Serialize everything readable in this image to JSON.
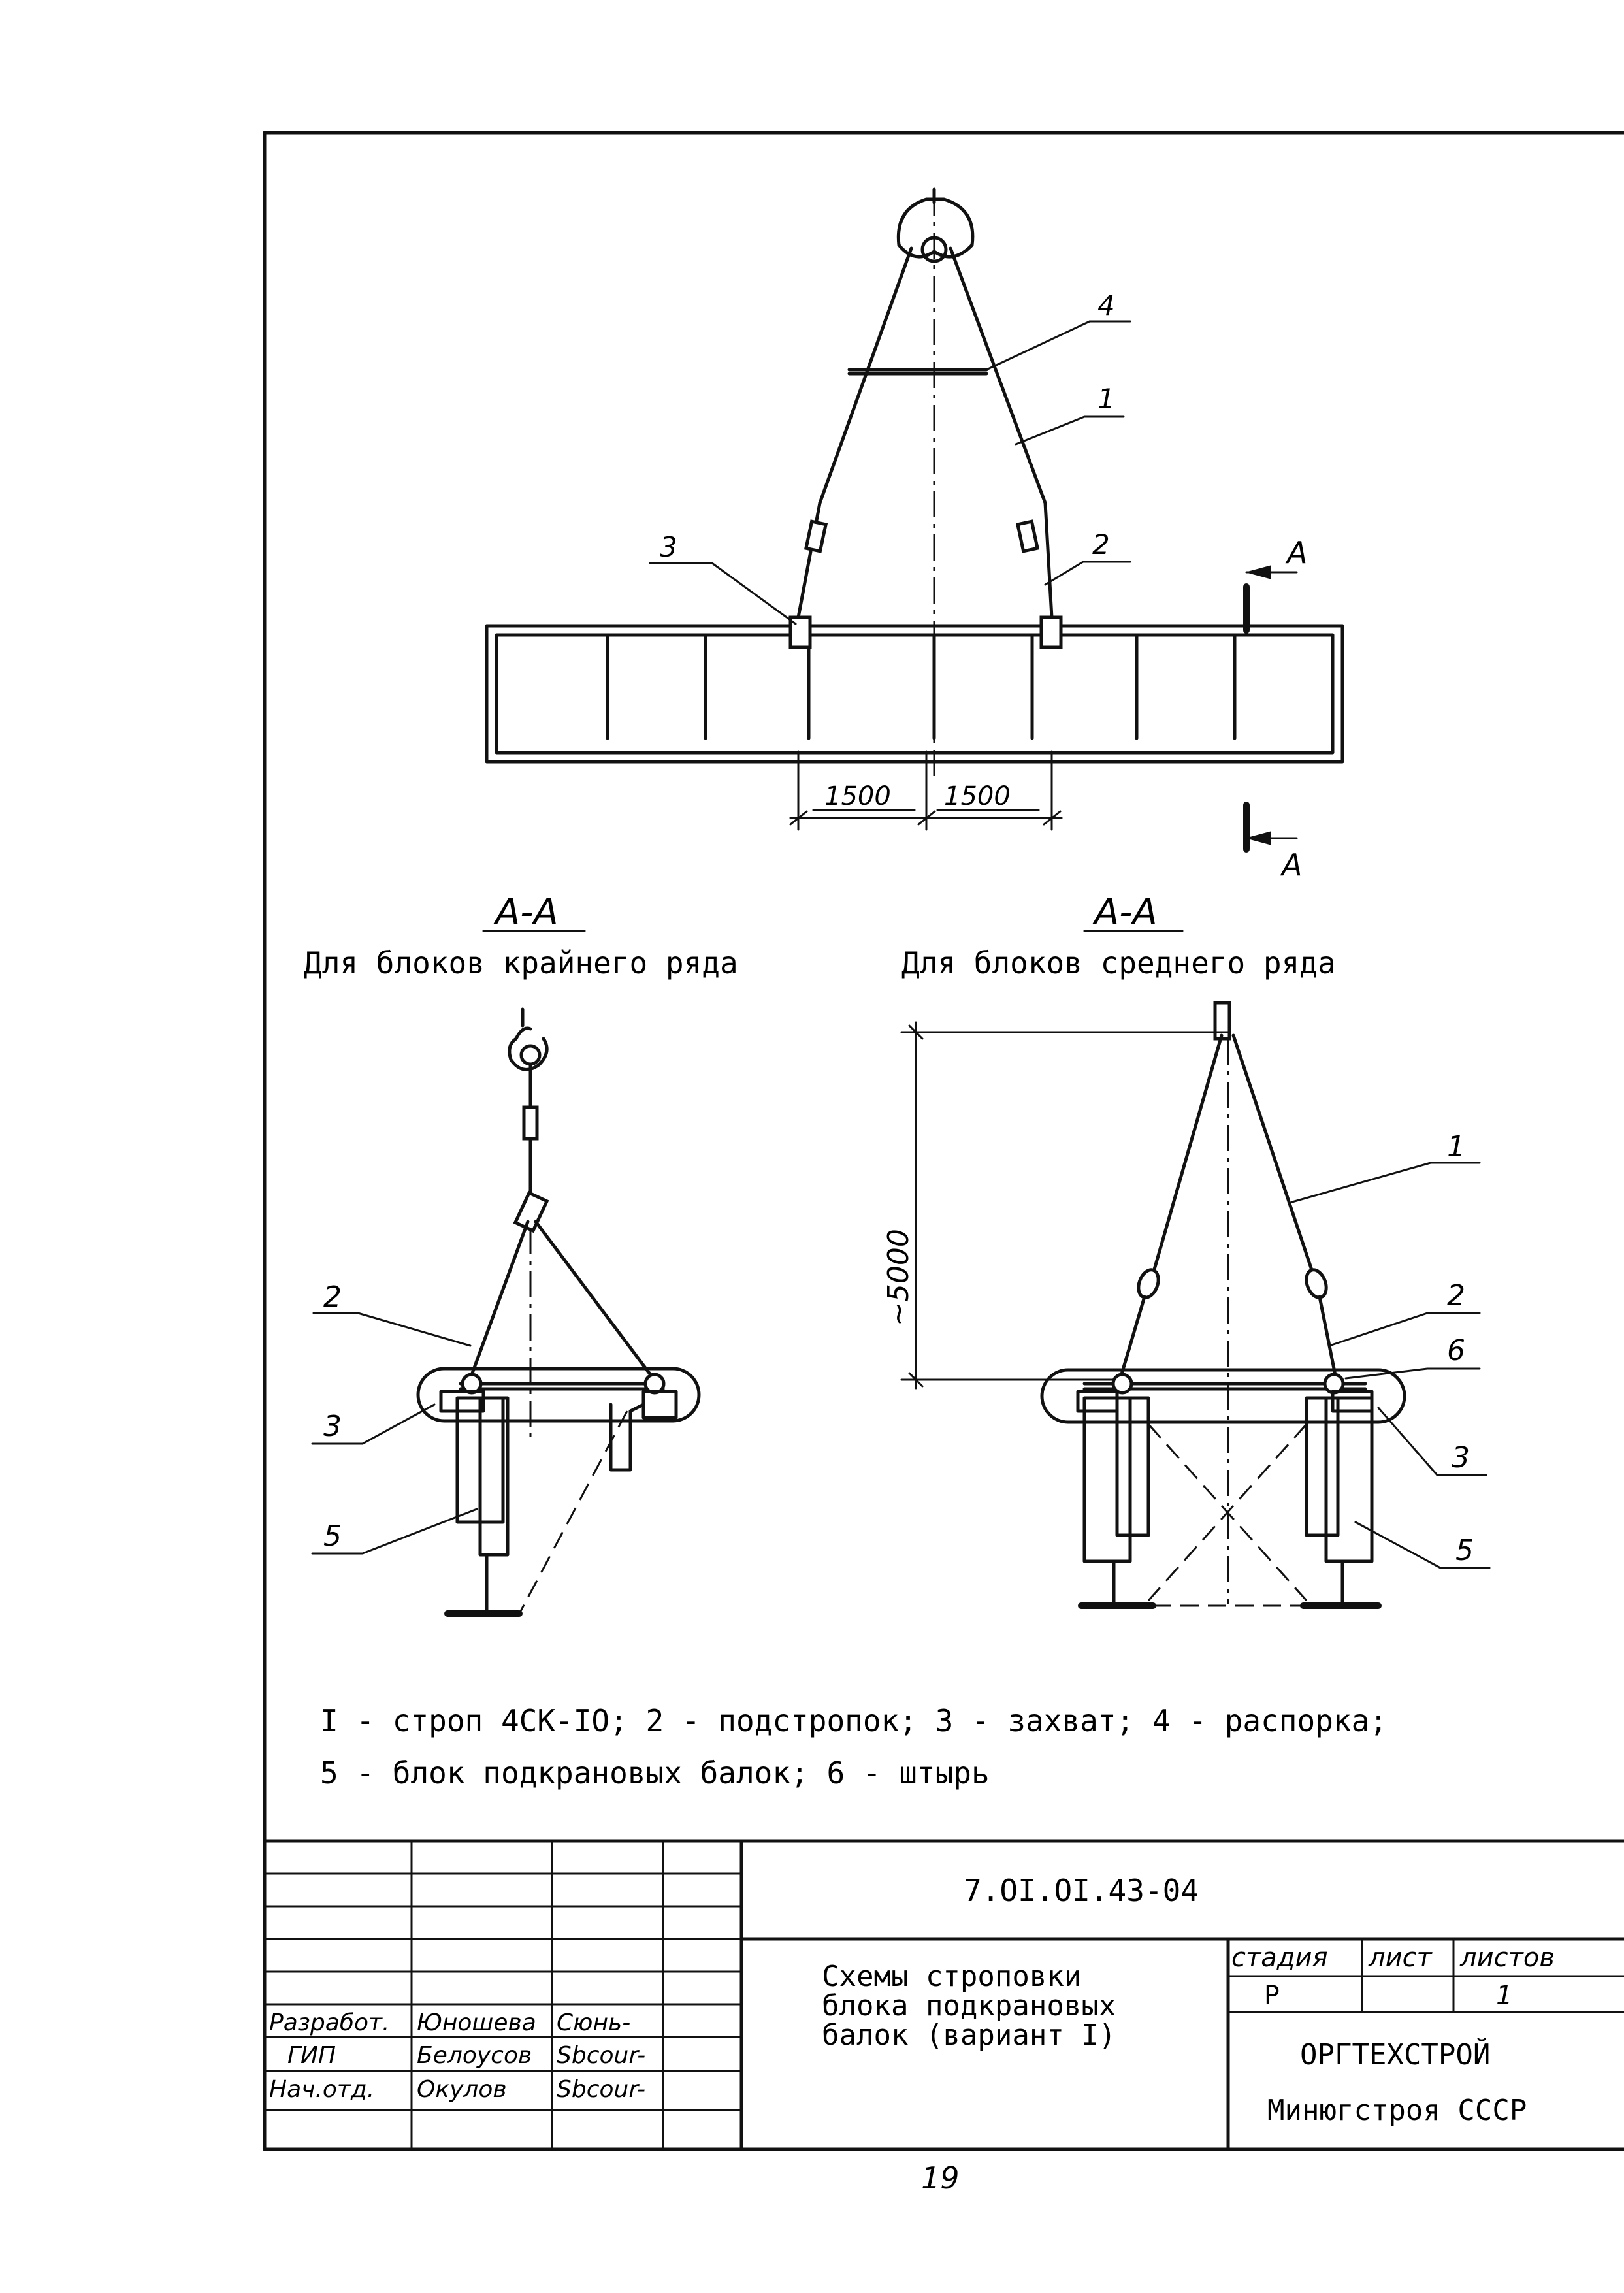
{
  "main_view": {
    "callouts": {
      "c4": "4",
      "c1": "1",
      "c3": "3",
      "c2": "2"
    },
    "dimensions": {
      "left": "1500",
      "right": "1500"
    },
    "section_marks": {
      "top": "A",
      "bottom": "A"
    }
  },
  "section_left": {
    "title": "A-A",
    "subtitle": "Для блоков крайнего ряда",
    "callouts": {
      "c2": "2",
      "c3": "3",
      "c5": "5"
    }
  },
  "section_right": {
    "title": "A-A",
    "subtitle": "Для блоков среднего ряда",
    "height_dim": "~5000",
    "callouts": {
      "c1": "1",
      "c2": "2",
      "c6": "6",
      "c3": "3",
      "c5": "5"
    }
  },
  "legend": {
    "line1": "I - строп 4СК-IO; 2 - подстропок; 3 - захват; 4 - распорка;",
    "line2": "5 - блок подкрановых балок; 6 - штырь"
  },
  "title_block": {
    "doc_code": "7.OI.OI.43-04",
    "title_line1": "Схемы строповки",
    "title_line2": "блока подкрановых",
    "title_line3": "балок (вариант I)",
    "header_stage": "стадия",
    "header_sheet": "лист",
    "header_sheets": "листов",
    "stage": "Р",
    "sheet": "1",
    "org_line1": "ОРГТЕХСТРОЙ",
    "org_line2": "Минюгстроя СССР",
    "signers": [
      {
        "role": "Разработ.",
        "name": "Юношева",
        "sign": "Сюнь-"
      },
      {
        "role": "ГИП",
        "name": "Белоусов",
        "sign": "Sbcour-"
      },
      {
        "role": "Нач.отд.",
        "name": "Окулов",
        "sign": "Sbcour-"
      }
    ]
  },
  "page_number": "19"
}
